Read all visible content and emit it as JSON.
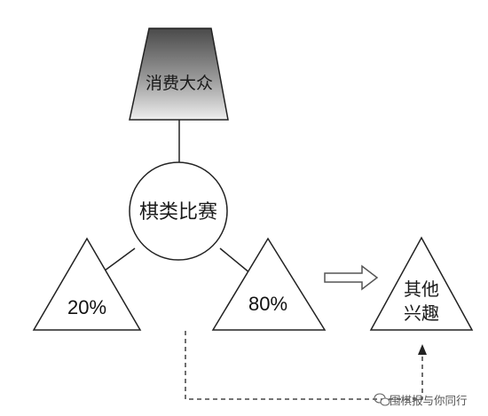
{
  "diagram": {
    "top_label": "消费大众",
    "center_label": "棋类比赛",
    "left_percent": "20%",
    "right_percent": "80%",
    "target_line1": "其他",
    "target_line2": "兴趣"
  },
  "watermark": {
    "icon": "wechat-icon",
    "text": "围棋报与你同行"
  },
  "colors": {
    "trapezoid_top": "#4a4a4a",
    "trapezoid_bottom": "#eeeeee",
    "stroke": "#222222",
    "arrow_fill": "#ffffff"
  }
}
